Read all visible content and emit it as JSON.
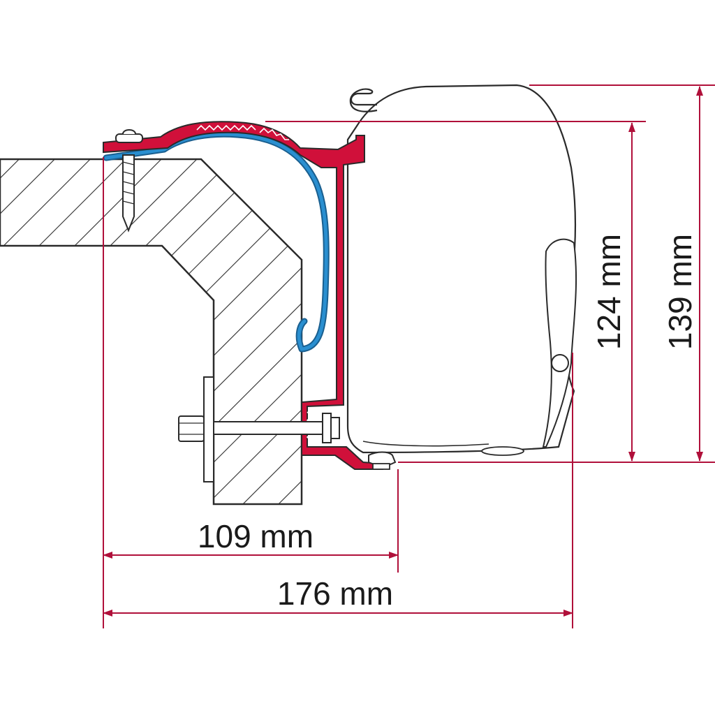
{
  "dimensions": {
    "width_small": "109 mm",
    "width_large": "176 mm",
    "height_small": "124 mm",
    "height_large": "139 mm"
  },
  "colors": {
    "dimension_line": "#b0103a",
    "bracket": "#d0103a",
    "strip": "#2a8fd0",
    "outline": "#2a2a2a",
    "hatch": "#2a2a2a"
  }
}
